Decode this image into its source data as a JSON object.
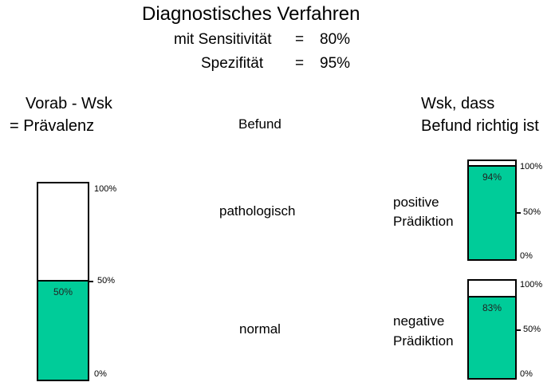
{
  "title": "Diagnostisches Verfahren",
  "sensitivity_line": {
    "label": "mit Sensitivität",
    "eq": "=",
    "value": "80%"
  },
  "specificity_line": {
    "label": "Spezifität",
    "eq": "=",
    "value": "95%"
  },
  "left_header": [
    "Vorab - Wsk",
    "= Prävalenz"
  ],
  "middle_header": "Befund",
  "right_header": [
    "Wsk, dass",
    "Befund richtig ist"
  ],
  "findings": [
    "pathologisch",
    "normal"
  ],
  "predictions": [
    {
      "line1": "positive",
      "line2": "Prädiktion"
    },
    {
      "line1": "negative",
      "line2": "Prädiktion"
    }
  ],
  "ticks": [
    "100%",
    "50%",
    "0%"
  ],
  "fill_color": "#00CC99",
  "bars": {
    "prevalence": {
      "value": 50,
      "label": "50%"
    },
    "positive": {
      "value": 94,
      "label": "94%"
    },
    "negative": {
      "value": 83,
      "label": "83%"
    }
  }
}
